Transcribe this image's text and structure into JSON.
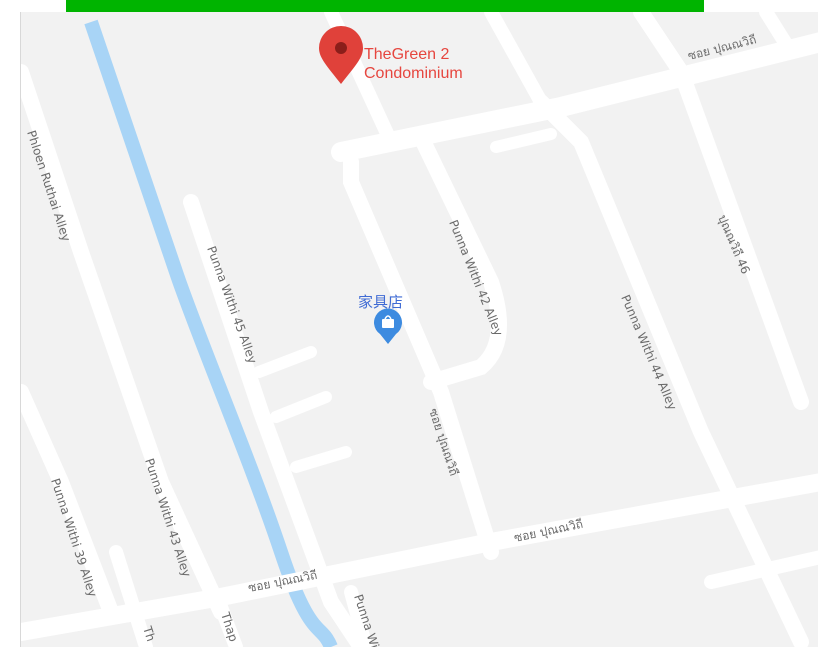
{
  "progress": {
    "color": "#00b400",
    "fraction": 1.0
  },
  "map": {
    "background_color": "#f2f2f2",
    "road_color": "#ffffff",
    "water_color": "#a8d4f6",
    "pin": {
      "icon": "map-pin-icon",
      "color": "#e0413a",
      "line1": "TheGreen 2",
      "line2": "Condominium"
    },
    "shop": {
      "icon": "shopping-bag-icon",
      "color": "#3d8be0",
      "label": "家具店"
    },
    "roads": {
      "phloen_ruthai": "Phloen Ruthai Alley",
      "punna_43": "Punna Withi 43 Alley",
      "punna_39": "Punna Withi 39 Alley",
      "punna_45": "Punna Withi 45 Alley",
      "punna_42": "Punna Withi 42 Alley",
      "punna_44": "Punna Withi 44 Alley",
      "punna_46": "ปุณณวิถี 46",
      "soi_top": "ซอย ปุณณวิถี",
      "soi_middle": "ซอย ปุณณวิถี",
      "soi_bottom_right": "ซอย ปุณณวิถี",
      "soi_bottom_left": "ซอย ปุณณวิถี",
      "bottom_th": "Th",
      "bottom_thap": "Thap",
      "bottom_punna": "Punna Wit"
    }
  }
}
